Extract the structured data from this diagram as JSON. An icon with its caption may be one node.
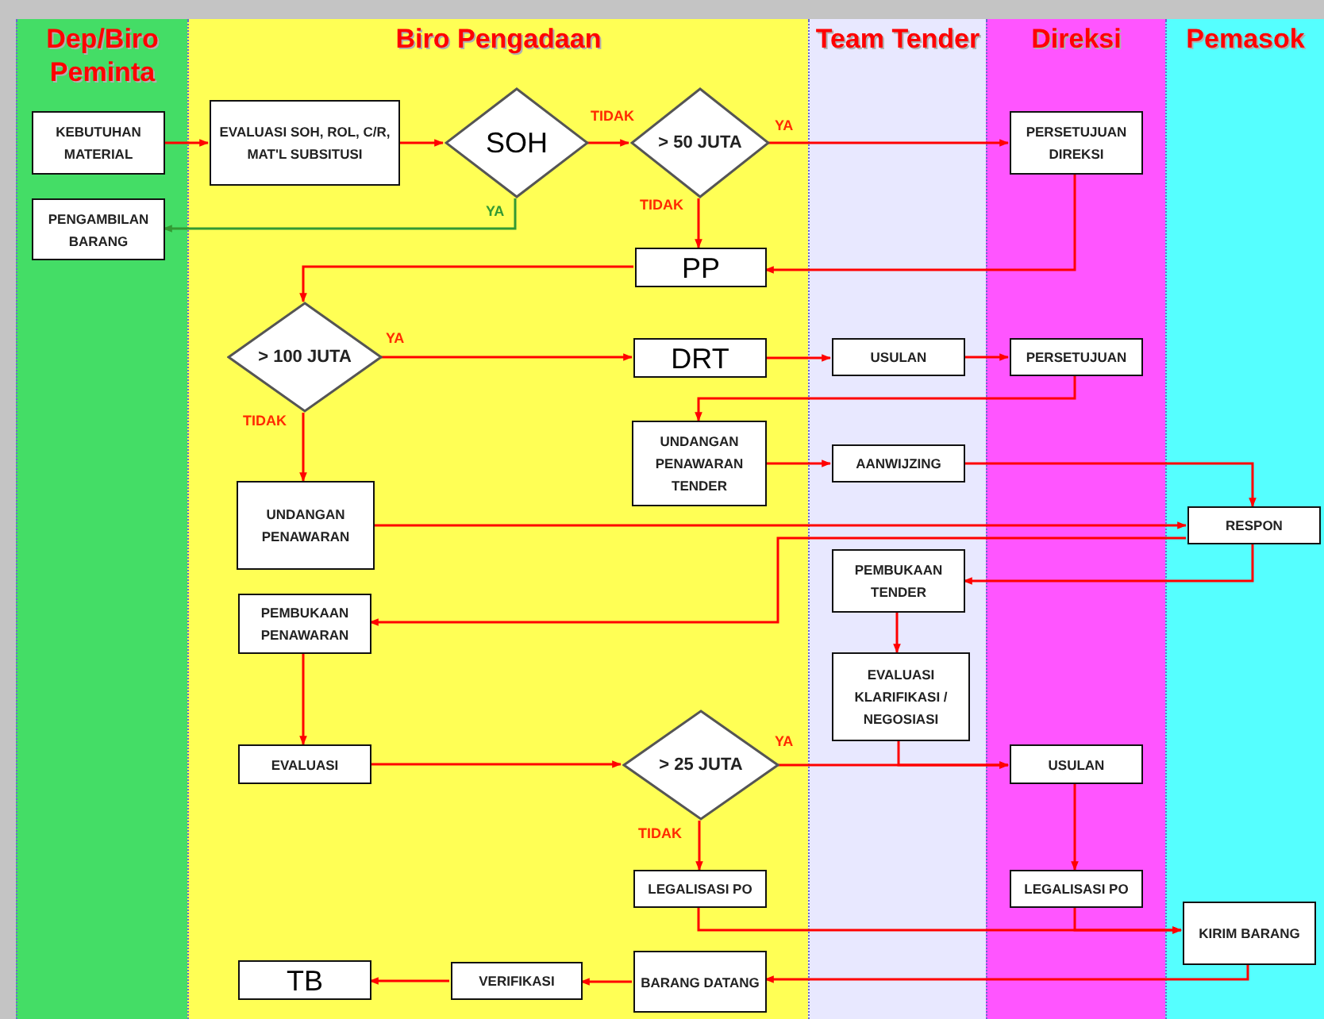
{
  "diagram": {
    "nodes": [
      {
        "text": [
          "Dep/Biro Peminta"
        ]
      },
      {
        "text": [
          "Biro Pengadaan"
        ]
      },
      {
        "text": [
          "Team Tender"
        ]
      },
      {
        "text": [
          "Direksi"
        ]
      },
      {
        "text": [
          "Pemasok"
        ]
      },
      {
        "text": [
          "KEBUTUHAN MATERIAL"
        ],
        "in": 0
      },
      {
        "text": [
          "EVALUASI SOH, ROL, C/R, MAT'L SUBSITUSI"
        ],
        "in": 1
      },
      {
        "text": [
          "SOH"
        ],
        "in": 1
      },
      {
        "text": [
          "> 50 JUTA"
        ],
        "in": 1
      },
      {
        "text": [
          "PERSETUJUAN DIREKSI"
        ],
        "in": 3
      },
      {
        "text": [
          "PENGAMBILAN BARANG"
        ],
        "in": 0
      },
      {
        "text": [
          "PP"
        ],
        "in": 1
      },
      {
        "text": [
          "> 100 JUTA"
        ],
        "in": 1
      },
      {
        "text": [
          "DRT"
        ],
        "in": 1
      },
      {
        "text": [
          "USULAN"
        ],
        "in": 2
      },
      {
        "text": [
          "PERSETUJUAN"
        ],
        "in": 3
      },
      {
        "text": [
          "UNDANGAN PENAWARAN TENDER"
        ],
        "in": 1
      },
      {
        "text": [
          "AANWIJZING"
        ],
        "in": 2
      },
      {
        "text": [
          "UNDANGAN PENAWARAN"
        ],
        "in": 1
      },
      {
        "text": [
          "RESPON"
        ],
        "in": 4
      },
      {
        "text": [
          "PEMBUKAAN TENDER"
        ],
        "in": 2
      },
      {
        "text": [
          "PEMBUKAAN PENAWARAN"
        ],
        "in": 1
      },
      {
        "text": [
          "EVALUASI KLARIFIKASI / NEGOSIASI"
        ],
        "in": 2
      },
      {
        "text": [
          "EVALUASI"
        ],
        "in": 1
      },
      {
        "text": [
          "> 25 JUTA"
        ],
        "in": 1
      },
      {
        "text": [
          "USULAN"
        ],
        "in": 3
      },
      {
        "text": [
          "LEGALISASI PO"
        ],
        "in": 1
      },
      {
        "text": [
          "LEGALISASI PO"
        ],
        "in": 3
      },
      {
        "text": [
          "KIRIM BARANG"
        ],
        "in": 4
      },
      {
        "text": [
          "BARANG DATANG"
        ],
        "in": 1
      },
      {
        "text": [
          "VERIFIKASI"
        ],
        "in": 1
      },
      {
        "text": [
          "TB"
        ],
        "in": 1
      }
    ],
    "edges": [
      {
        "from": 5,
        "to": 6,
        "arrow": "to"
      },
      {
        "from": 6,
        "to": 7,
        "arrow": "to"
      },
      {
        "from": 7,
        "to": 8,
        "arrow": "to",
        "label": "TIDAK"
      },
      {
        "from": 7,
        "to": 10,
        "arrow": "to",
        "label": "YA",
        "color": "#339933"
      },
      {
        "from": 8,
        "to": 9,
        "arrow": "to",
        "label": "YA"
      },
      {
        "from": 8,
        "to": 11,
        "arrow": "to",
        "label": "TIDAK"
      },
      {
        "from": 9,
        "to": 11,
        "arrow": "to"
      },
      {
        "from": 11,
        "to": 12,
        "arrow": "to"
      },
      {
        "from": 12,
        "to": 13,
        "arrow": "to",
        "label": "YA"
      },
      {
        "from": 12,
        "to": 18,
        "arrow": "to",
        "label": "TIDAK"
      },
      {
        "from": 13,
        "to": 14,
        "arrow": "to"
      },
      {
        "from": 14,
        "to": 15,
        "arrow": "to"
      },
      {
        "from": 15,
        "to": 16,
        "arrow": "to"
      },
      {
        "from": 16,
        "to": 17,
        "arrow": "to"
      },
      {
        "from": 17,
        "to": 19,
        "arrow": "to"
      },
      {
        "from": 18,
        "to": 19,
        "arrow": "to"
      },
      {
        "from": 19,
        "to": 21,
        "arrow": "to"
      },
      {
        "from": 19,
        "to": 20,
        "arrow": "to"
      },
      {
        "from": 20,
        "to": 22,
        "arrow": "to"
      },
      {
        "from": 21,
        "to": 23,
        "arrow": "to"
      },
      {
        "from": 23,
        "to": 24,
        "arrow": "to"
      },
      {
        "from": 24,
        "to": 25,
        "arrow": "to",
        "label": "YA"
      },
      {
        "from": 22,
        "to": 25,
        "arrow": "to"
      },
      {
        "from": 24,
        "to": 26,
        "arrow": "to",
        "label": "TIDAK"
      },
      {
        "from": 25,
        "to": 27,
        "arrow": "to"
      },
      {
        "from": 26,
        "to": 28,
        "arrow": "to"
      },
      {
        "from": 27,
        "to": 28,
        "arrow": "to"
      },
      {
        "from": 28,
        "to": 29,
        "arrow": "to"
      },
      {
        "from": 29,
        "to": 30,
        "arrow": "to"
      },
      {
        "from": 30,
        "to": 31,
        "arrow": "to"
      }
    ]
  }
}
